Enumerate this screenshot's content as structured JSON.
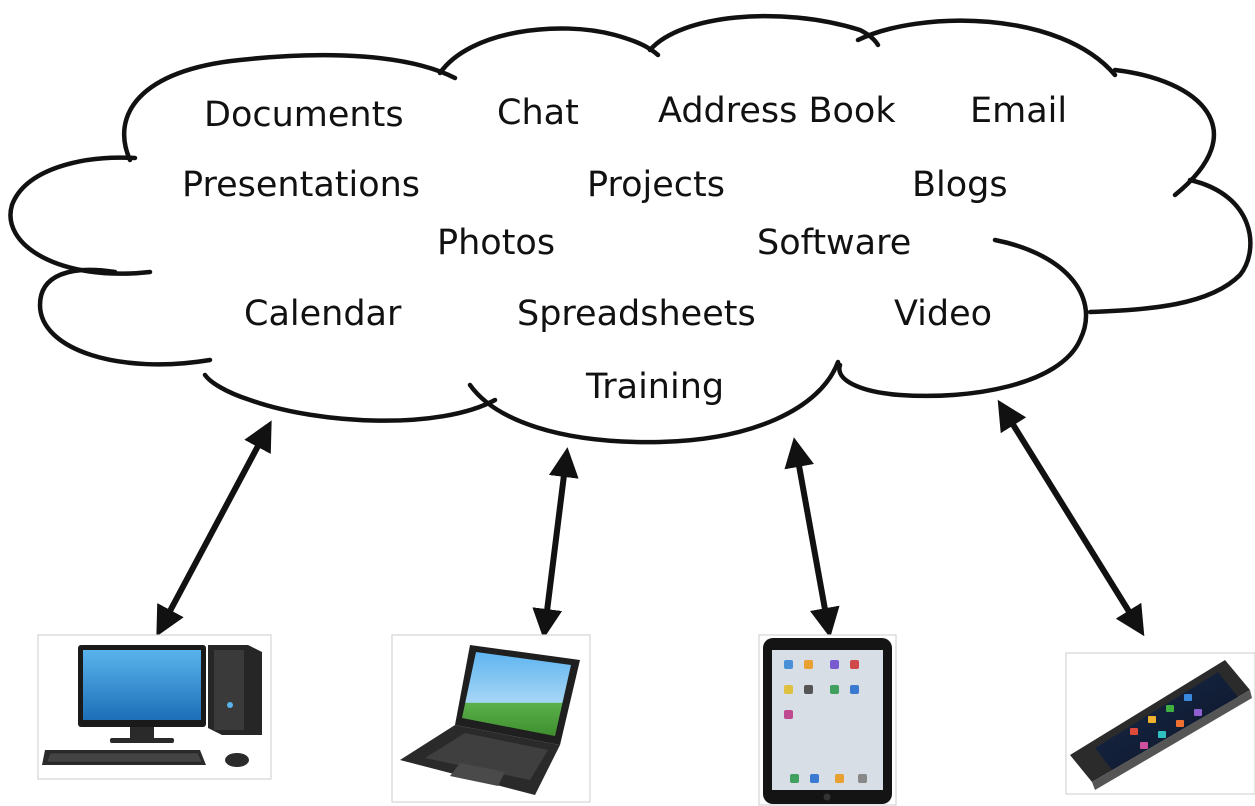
{
  "cloud": {
    "services": {
      "documents": "Documents",
      "chat": "Chat",
      "address_book": "Address Book",
      "email": "Email",
      "presentations": "Presentations",
      "projects": "Projects",
      "blogs": "Blogs",
      "photos": "Photos",
      "software": "Software",
      "calendar": "Calendar",
      "spreadsheets": "Spreadsheets",
      "video": "Video",
      "training": "Training"
    }
  },
  "devices": [
    {
      "icon": "desktop-computer-icon"
    },
    {
      "icon": "laptop-icon"
    },
    {
      "icon": "tablet-icon"
    },
    {
      "icon": "smartphone-icon"
    }
  ],
  "colors": {
    "outline": "#111111",
    "monitor_screen": "#2f8fd8",
    "laptop_screen": "#3aa0e0",
    "tablet_screen": "#d7dee6",
    "phone_body": "#2b2b2b"
  }
}
